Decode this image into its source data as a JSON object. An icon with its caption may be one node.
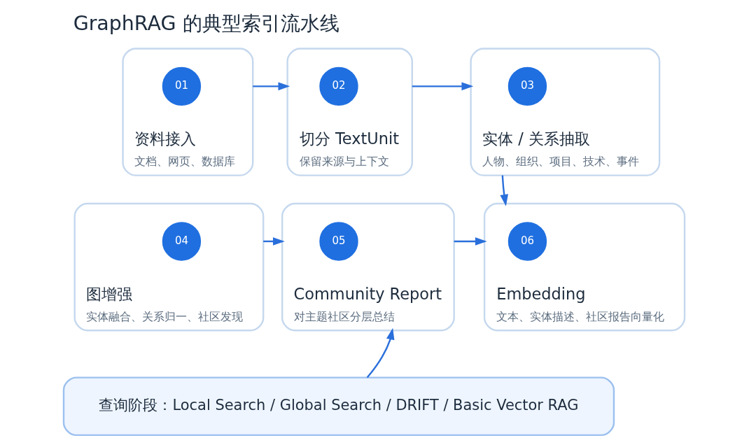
{
  "diagram": {
    "title": "GraphRAG 的典型索引流水线",
    "nodes": [
      {
        "text": [
          "资料接入",
          "文档、网页、数据库"
        ]
      },
      {
        "text": [
          "01"
        ],
        "in": 0
      },
      {
        "text": [
          "切分 TextUnit",
          "保留来源与上下文"
        ]
      },
      {
        "text": [
          "02"
        ],
        "in": 2
      },
      {
        "text": [
          "实体 / 关系抽取",
          "人物、组织、项目、技术、事件"
        ]
      },
      {
        "text": [
          "03"
        ],
        "in": 4
      },
      {
        "text": [
          "图增强",
          "实体融合、关系归一、社区发现"
        ]
      },
      {
        "text": [
          "04"
        ],
        "in": 6
      },
      {
        "text": [
          "Community Report",
          "对主题社区分层总结"
        ]
      },
      {
        "text": [
          "05"
        ],
        "in": 8
      },
      {
        "text": [
          "Embedding",
          "文本、实体描述、社区报告向量化"
        ]
      },
      {
        "text": [
          "06"
        ],
        "in": 10
      },
      {
        "text": [
          "查询阶段：Local Search / Global Search / DRIFT / Basic Vector RAG"
        ]
      }
    ],
    "edges": [
      {
        "from": 0,
        "to": 2,
        "arrow": "to"
      },
      {
        "from": 2,
        "to": 4,
        "arrow": "to"
      },
      {
        "from": 4,
        "to": 10,
        "arrow": "to"
      },
      {
        "from": 6,
        "to": 8,
        "arrow": "to"
      },
      {
        "from": 8,
        "to": 10,
        "arrow": "to"
      },
      {
        "from": 12,
        "to": 8,
        "arrow": "to"
      }
    ]
  }
}
